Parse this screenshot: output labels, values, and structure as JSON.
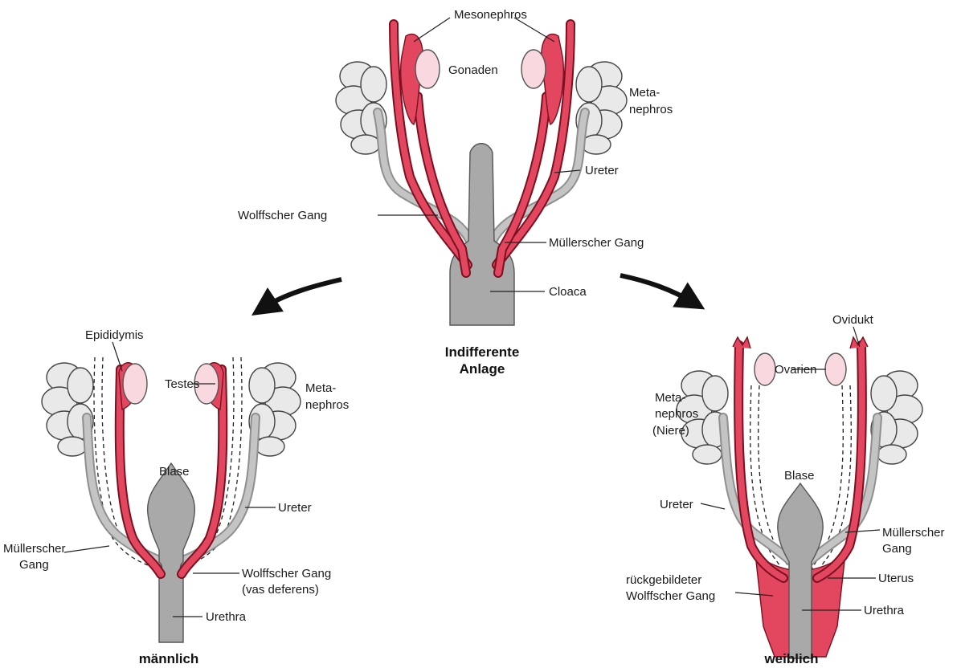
{
  "top": {
    "labels": {
      "mesonephros": "Mesonephros",
      "gonaden": "Gonaden",
      "metanephros": [
        "Meta-",
        "nephros"
      ],
      "ureter": "Ureter",
      "wolffscher": "Wolffscher Gang",
      "muellerscher": "Müllerscher Gang",
      "cloaca": "Cloaca"
    },
    "caption": [
      "Indifferente",
      "Anlage"
    ]
  },
  "left": {
    "labels": {
      "epididymis": "Epididymis",
      "testes": "Testes",
      "metanephros": [
        "Meta-",
        "nephros"
      ],
      "blase": "Blase",
      "ureter": "Ureter",
      "muellerscher": [
        "Müllerscher",
        "Gang"
      ],
      "wolffscher": [
        "Wolffscher Gang",
        "(vas deferens)"
      ],
      "urethra": "Urethra"
    },
    "caption": "männlich"
  },
  "right": {
    "labels": {
      "ovidukt": "Ovidukt",
      "ovarien": "Ovarien",
      "metanephros": [
        "Meta-",
        "nephros",
        "(Niere)"
      ],
      "blase": "Blase",
      "ureter": "Ureter",
      "muellerscher": [
        "Müllerscher",
        "Gang"
      ],
      "rueckgebildeter": [
        "rückgebildeter",
        "Wolffscher Gang"
      ],
      "uterus": "Uterus",
      "urethra": "Urethra"
    },
    "caption": "weiblich"
  },
  "colors": {
    "red": "#e3475f",
    "dark_red": "#7a1020",
    "gray": "#a9a9a9",
    "light_gray": "#e9e9e9",
    "pink": "#f9d9df"
  }
}
